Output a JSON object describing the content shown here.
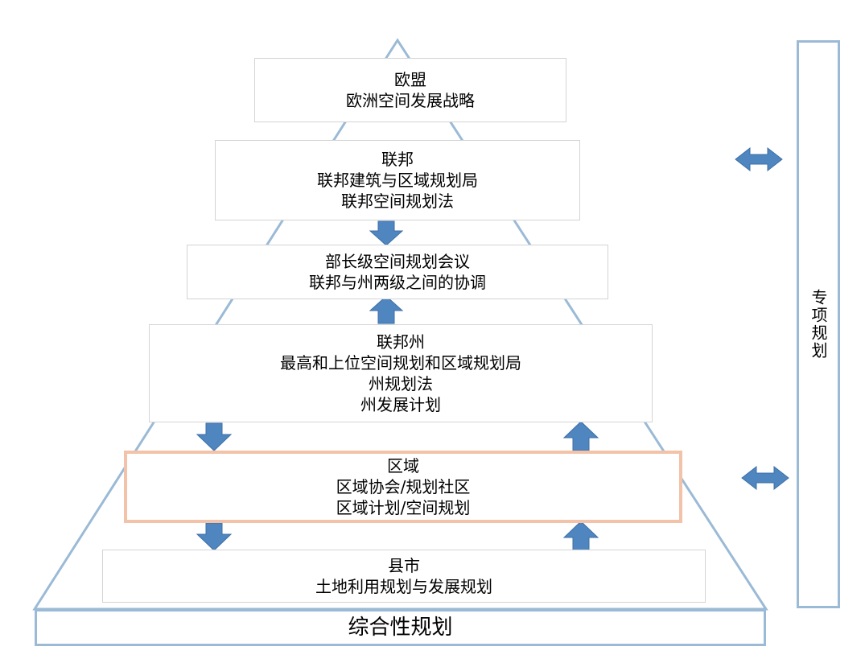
{
  "colors": {
    "pyramid_outline": "#9bbad6",
    "arrow_fill": "#4f86c0",
    "box_border": "#d4d4d4",
    "highlight_border": "#f2c3a8"
  },
  "levels": [
    {
      "lines": [
        "欧盟",
        "欧洲空间发展战略"
      ]
    },
    {
      "lines": [
        "联邦",
        "联邦建筑与区域规划局",
        "联邦空间规划法"
      ]
    },
    {
      "lines": [
        "部长级空间规划会议",
        "联邦与州两级之间的协调"
      ]
    },
    {
      "lines": [
        "联邦州",
        "最高和上位空间规划和区域规划局",
        "州规划法",
        "州发展计划"
      ]
    },
    {
      "lines": [
        "区域",
        "区域协会/规划社区",
        "区域计划/空间规划"
      ]
    },
    {
      "lines": [
        "县市",
        "土地利用规划与发展规划"
      ]
    }
  ],
  "base_label": "综合性规划",
  "side_label": "专项规划"
}
